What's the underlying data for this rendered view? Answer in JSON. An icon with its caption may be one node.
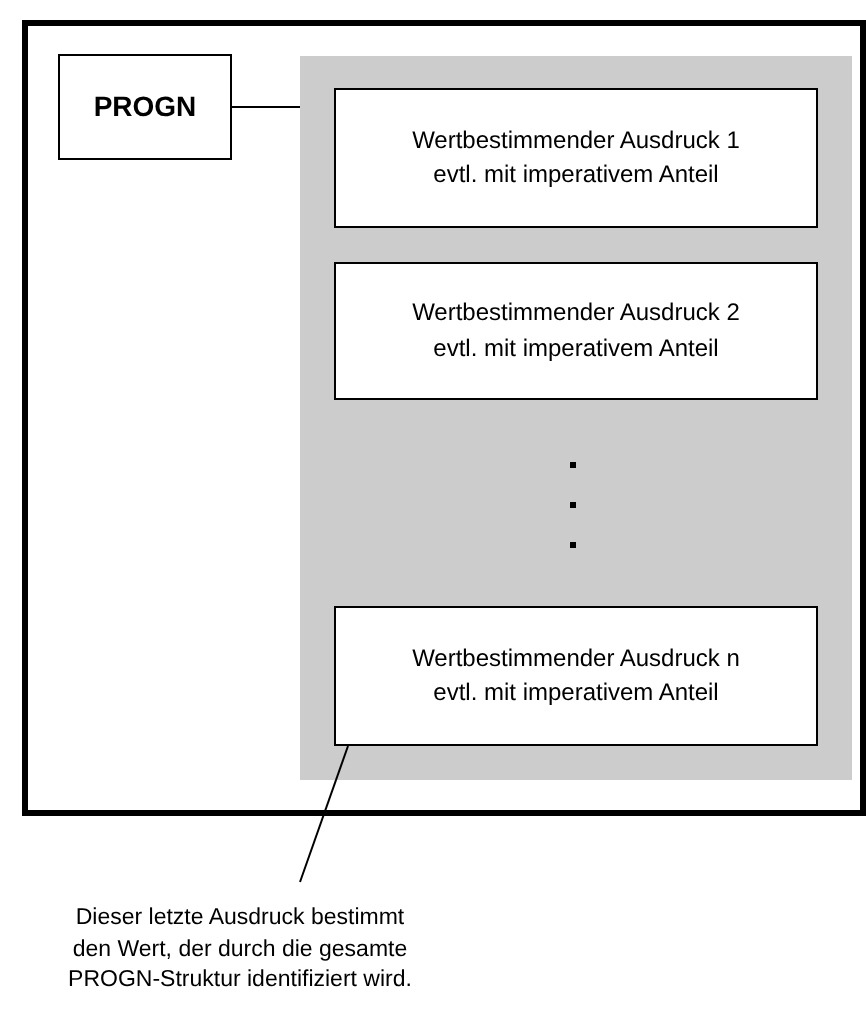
{
  "diagram": {
    "nodes": [
      {
        "text": [],
        "shape": "box"
      },
      {
        "text": [
          "PROGN"
        ],
        "in": 0
      },
      {
        "text": [],
        "shape": "box",
        "in": 0
      },
      {
        "text": [
          "Wertbestimmender Ausdruck 1 evtl. mit imperativem Anteil"
        ],
        "in": 2
      },
      {
        "text": [
          "Wertbestimmender Ausdruck 2 evtl. mit imperativem Anteil"
        ],
        "in": 2
      },
      {
        "text": [
          "Wertbestimmender Ausdruck n evtl. mit imperativem Anteil"
        ],
        "in": 2
      },
      {
        "text": [
          "Dieser letzte Ausdruck bestimmt den Wert, der durch die gesamte PROGN-Struktur identifiziert wird."
        ]
      }
    ],
    "edges": [
      {
        "from": 1,
        "to": 2,
        "arrow": "none"
      },
      {
        "from": 6,
        "to": 5,
        "arrow": "none"
      }
    ]
  }
}
